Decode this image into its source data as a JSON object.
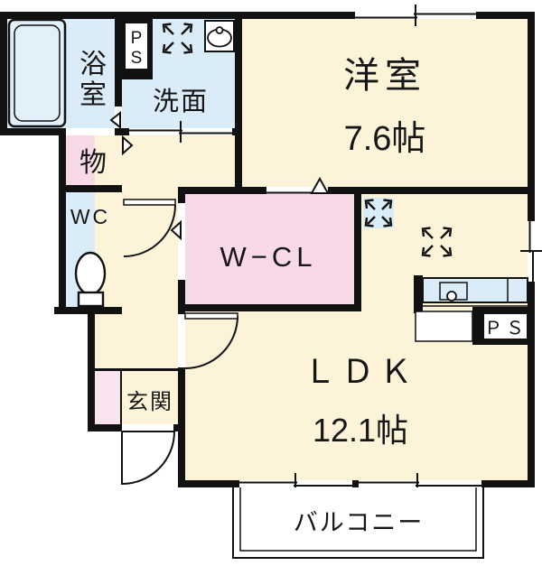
{
  "title": "1LDK apartment floor plan",
  "colors": {
    "room_cream": "#FCF3D8",
    "room_blue": "#D9ECF7",
    "room_pink": "#F7D9E8",
    "entrance_pink": "#F9E3EE",
    "fixture_blue": "#E2F0FA",
    "wall_black": "#121212",
    "background": "#FFFFFF"
  },
  "rooms": {
    "bathroom": {
      "label": "浴室",
      "char1": "浴",
      "char2": "室"
    },
    "washroom": {
      "label": "洗面"
    },
    "storage": {
      "label": "物"
    },
    "wc": {
      "label": "WC"
    },
    "western_room": {
      "label": "洋室",
      "area": "7.6帖"
    },
    "walk_in_closet": {
      "label": "W−CL"
    },
    "ldk": {
      "label": "ＬＤＫ",
      "area": "12.1帖"
    },
    "entrance": {
      "label": "玄関"
    },
    "balcony": {
      "label": "バルコニー"
    },
    "pipe_space_top": {
      "label": "PS",
      "char1": "P",
      "char2": "S"
    },
    "pipe_space_bottom": {
      "label": "ＰＳ"
    }
  },
  "icons": [
    "bathtub-icon",
    "washbasin-icon",
    "washing-machine-space-icon",
    "toilet-icon",
    "kitchen-counter-sink-icon",
    "refrigerator-space-icon",
    "air-conditioner-space-icon",
    "door-swing-arc",
    "sliding-window",
    "opening-arrow"
  ]
}
